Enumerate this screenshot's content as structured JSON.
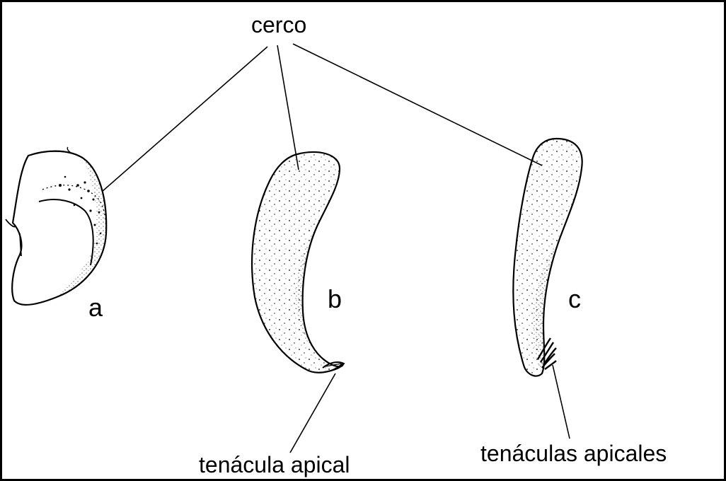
{
  "figure": {
    "callouts": {
      "cerco": "cerco",
      "tenacula_apical": "tenácula apical",
      "tenaculas_apicales": "tenáculas apicales"
    },
    "panels": {
      "a": "a",
      "b": "b",
      "c": "c"
    },
    "colors": {
      "ink": "#000000",
      "paper": "#ffffff",
      "border": "#000000"
    }
  }
}
